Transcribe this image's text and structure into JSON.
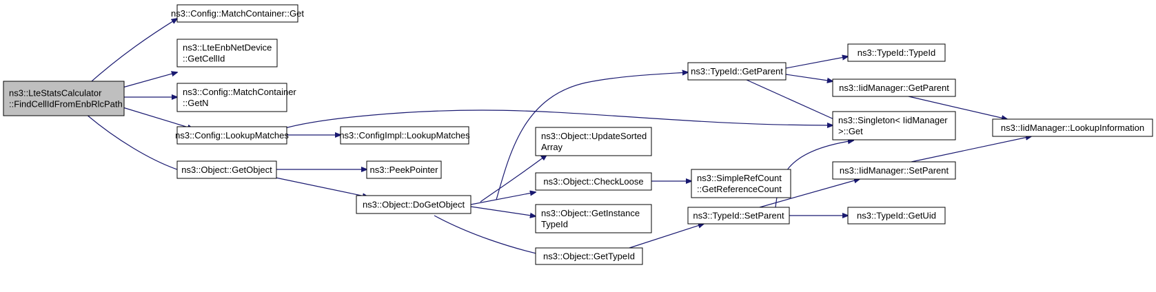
{
  "colors": {
    "edge": "#191970",
    "root_fill": "#bfbfbf",
    "node_fill": "#ffffff",
    "border": "#000000"
  },
  "nodes": {
    "root": {
      "lines": [
        "ns3::LteStatsCalculator",
        "::FindCellIdFromEnbRlcPath"
      ]
    },
    "mc_get": {
      "lines": [
        "ns3::Config::MatchContainer::Get"
      ]
    },
    "enb_cellid": {
      "lines": [
        "ns3::LteEnbNetDevice",
        "::GetCellId"
      ]
    },
    "mc_getn": {
      "lines": [
        "ns3::Config::MatchContainer",
        "::GetN"
      ]
    },
    "cfg_lookup": {
      "lines": [
        "ns3::Config::LookupMatches"
      ]
    },
    "impl_lookup": {
      "lines": [
        "ns3::ConfigImpl::LookupMatches"
      ]
    },
    "get_object": {
      "lines": [
        "ns3::Object::GetObject"
      ]
    },
    "peek": {
      "lines": [
        "ns3::PeekPointer"
      ]
    },
    "do_get_object": {
      "lines": [
        "ns3::Object::DoGetObject"
      ]
    },
    "update_sorted": {
      "lines": [
        "ns3::Object::UpdateSorted",
        "Array"
      ]
    },
    "check_loose": {
      "lines": [
        "ns3::Object::CheckLoose"
      ]
    },
    "get_instance": {
      "lines": [
        "ns3::Object::GetInstance",
        "TypeId"
      ]
    },
    "get_typeid": {
      "lines": [
        "ns3::Object::GetTypeId"
      ]
    },
    "tid_getparent": {
      "lines": [
        "ns3::TypeId::GetParent"
      ]
    },
    "ref_count": {
      "lines": [
        "ns3::SimpleRefCount",
        "::GetReferenceCount"
      ]
    },
    "tid_setparent": {
      "lines": [
        "ns3::TypeId::SetParent"
      ]
    },
    "tid_ctor": {
      "lines": [
        "ns3::TypeId::TypeId"
      ]
    },
    "iid_getparent": {
      "lines": [
        "ns3::IidManager::GetParent"
      ]
    },
    "singleton": {
      "lines": [
        "ns3::Singleton< IidManager",
        ">::Get"
      ]
    },
    "iid_setparent": {
      "lines": [
        "ns3::IidManager::SetParent"
      ]
    },
    "tid_getuid": {
      "lines": [
        "ns3::TypeId::GetUid"
      ]
    },
    "iid_lookup": {
      "lines": [
        "ns3::IidManager::LookupInformation"
      ]
    }
  }
}
